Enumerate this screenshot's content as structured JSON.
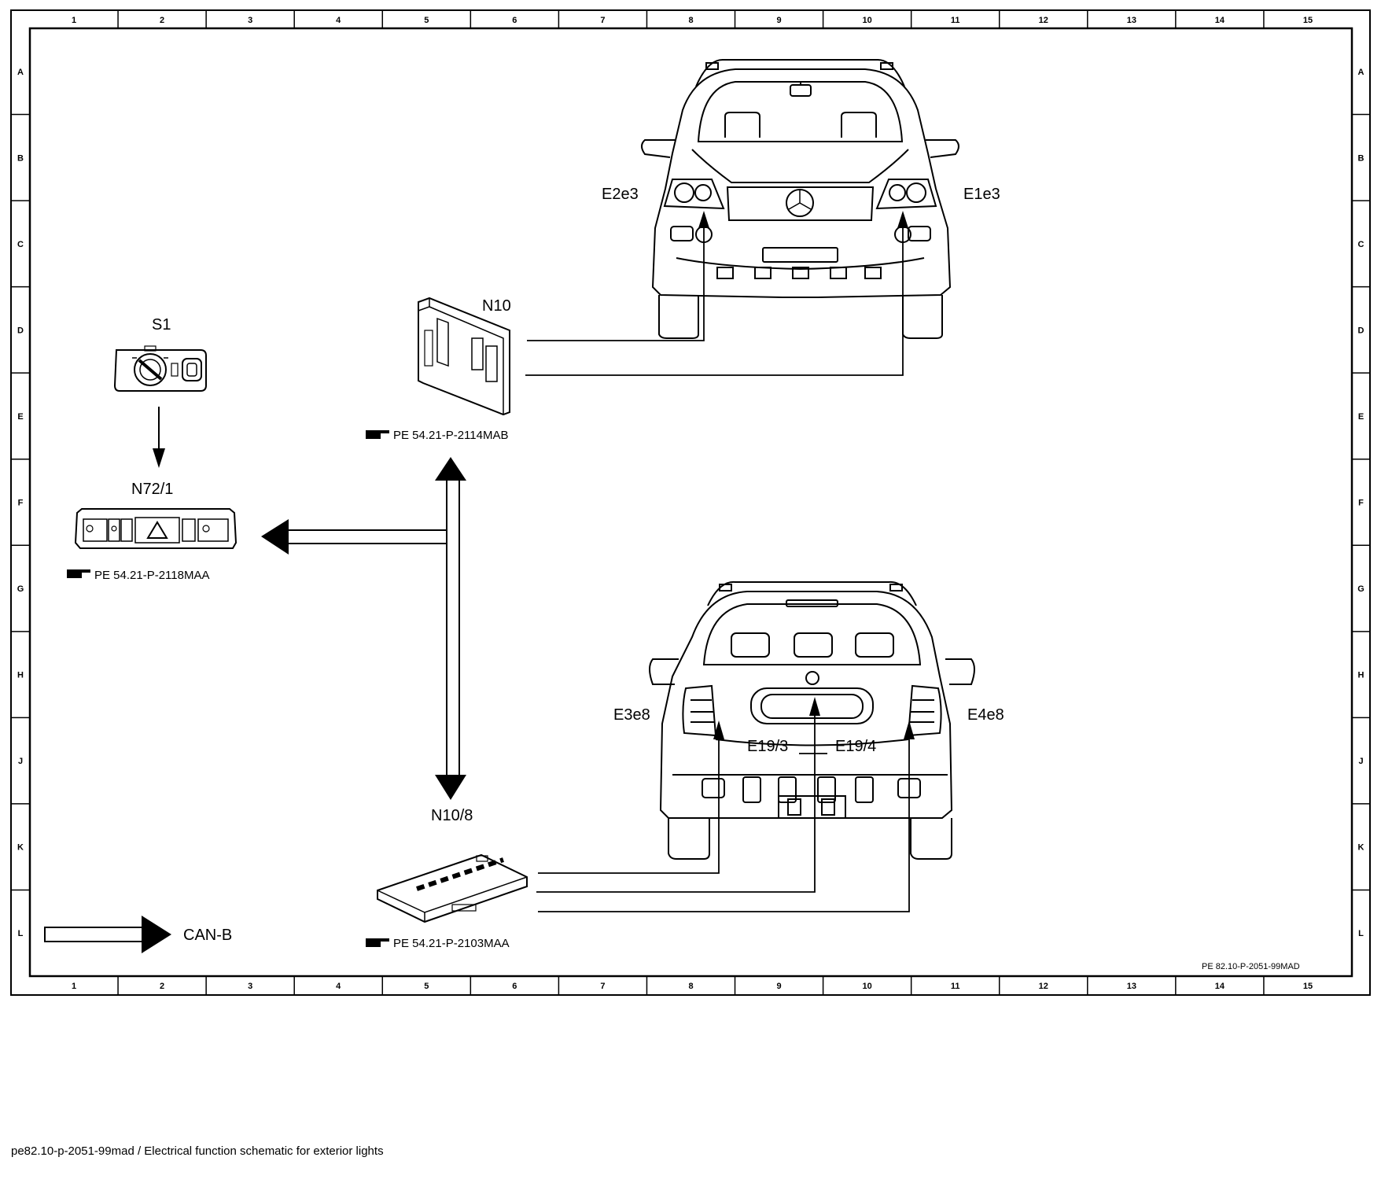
{
  "grid": {
    "columns": [
      "1",
      "2",
      "3",
      "4",
      "5",
      "6",
      "7",
      "8",
      "9",
      "10",
      "11",
      "12",
      "13",
      "14",
      "15"
    ],
    "rows": [
      "A",
      "B",
      "C",
      "D",
      "E",
      "F",
      "G",
      "H",
      "J",
      "K",
      "L"
    ]
  },
  "components": {
    "s1": "S1",
    "n72_1": "N72/1",
    "n10": "N10",
    "n10_8": "N10/8",
    "e2e3": "E2e3",
    "e1e3": "E1e3",
    "e3e8": "E3e8",
    "e4e8": "E4e8",
    "e19_3": "E19/3",
    "e19_4": "E19/4"
  },
  "references": {
    "n10_ref": "PE 54.21-P-2114MAB",
    "n72_ref": "PE 54.21-P-2118MAA",
    "n10_8_ref": "PE 54.21-P-2103MAA"
  },
  "legend": {
    "can_b": "CAN-B"
  },
  "document_id": "PE 82.10-P-2051-99MAD",
  "caption": "pe82.10-p-2051-99mad / Electrical function schematic for exterior lights"
}
